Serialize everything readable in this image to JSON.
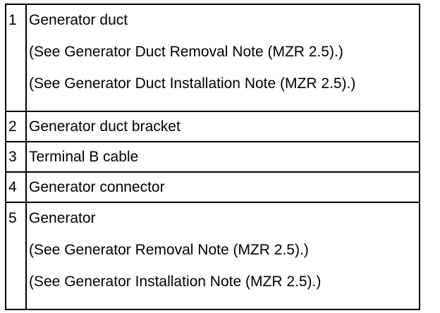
{
  "items": [
    {
      "number": "1",
      "name": "Generator duct",
      "notes": [
        "(See Generator Duct Removal Note (MZR 2.5).)",
        "(See Generator Duct Installation Note (MZR 2.5).)"
      ]
    },
    {
      "number": "2",
      "name": "Generator duct bracket",
      "notes": []
    },
    {
      "number": "3",
      "name": "Terminal B cable",
      "notes": []
    },
    {
      "number": "4",
      "name": "Generator connector",
      "notes": []
    },
    {
      "number": "5",
      "name": "Generator",
      "notes": [
        "(See Generator Removal Note (MZR 2.5).)",
        "(See Generator Installation Note (MZR 2.5).)"
      ]
    }
  ]
}
